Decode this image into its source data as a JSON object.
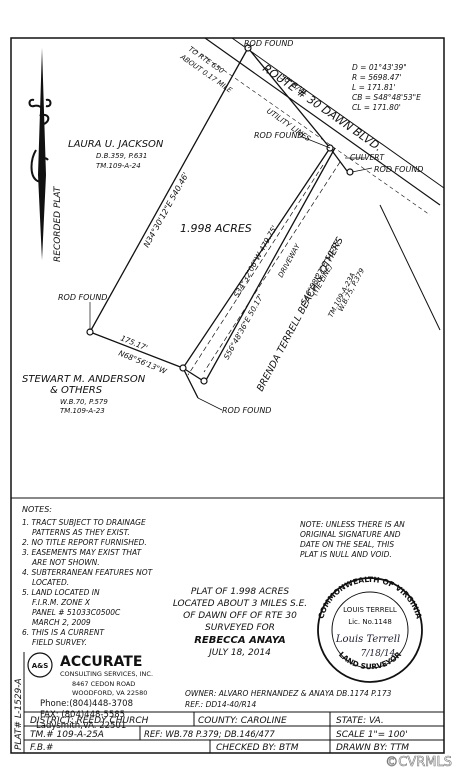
{
  "recorded_plat": "RECORDED PLAT",
  "labels": {
    "rod_found_top": "ROD FOUND",
    "rod_found_mid": "ROD FOUND",
    "rod_found_culvert": "ROD FOUND",
    "rod_found_left": "ROD FOUND",
    "rod_found_bottom": "ROD FOUND",
    "to_rte_650": "TO RTE 650",
    "about_mile": "ABOUT 0.17 MILE",
    "route_30": "ROUTE # 30 DAWN BLVD.",
    "right_of_way": "50' R/W",
    "utility_lines": "UTILITY LINES",
    "culvert": "CULVERT",
    "driveway": "DRIVEWAY",
    "acres": "1.998 ACRES",
    "bearing_nw": "N34°30'12\"E  540.46'",
    "bearing_inner": "S34°32'06\"W  479.75'",
    "bearing_tie": "S46°58'27\"E 50.55'",
    "tie_line": "(TIE LINE)",
    "bearing_bottom": "S56°48'36\"E  50.17'",
    "dist_bottom": "175.17'",
    "bearing_sw": "N68°56'13\"W"
  },
  "curve": {
    "d": "D = 01°43'39\"",
    "r": "R = 5698.47'",
    "l": "L = 171.81'",
    "cb": "CB = S48°48'53\"E",
    "cl": "CL = 171.80'"
  },
  "owners": {
    "jackson_name": "LAURA U. JACKSON",
    "jackson_db": "D.B.359, P.631",
    "jackson_tm": "TM.109-A-24",
    "anderson_name": "STEWART M. ANDERSON",
    "anderson_others": "& OTHERS",
    "anderson_wb": "W.B.70, P.579",
    "anderson_tm": "TM.109-A-23",
    "beach_name": "BRENDA TERRELL BEACH & OTHERS",
    "beach_tm": "TM.109-A-23A",
    "beach_wb": "W.B.75, P.379"
  },
  "notes": {
    "heading": "NOTES:",
    "lines": [
      "1. TRACT SUBJECT TO DRAINAGE",
      "   PATTERNS AS THEY EXIST.",
      "2. NO TITLE REPORT FURNISHED.",
      "3. EASEMENTS MAY EXIST THAT",
      "   ARE NOT SHOWN.",
      "4. SUBTERRANEAN FEATURES NOT",
      "   LOCATED.",
      "5. LAND LOCATED IN",
      "   F.I.R.M. ZONE X",
      "   PANEL # 51033C0500C",
      "   MARCH 2, 2009",
      "6. THIS IS A CURRENT",
      "   FIELD SURVEY."
    ]
  },
  "seal_note": [
    "NOTE: UNLESS THERE IS AN",
    "ORIGINAL SIGNATURE AND",
    "DATE ON THE SEAL, THIS",
    "PLAT IS NULL AND VOID."
  ],
  "plat_title": [
    "PLAT OF 1.998 ACRES",
    "LOCATED ABOUT 3 MILES S.E.",
    "OF DAWN OFF OF RTE 30",
    "SURVEYED FOR"
  ],
  "client": "REBECCA ANAYA",
  "survey_date": "JULY 18, 2014",
  "seal": {
    "ring_top": "COMMONWEALTH OF VIRGINIA",
    "ring_bottom": "LAND SURVEYOR",
    "name": "LOUIS TERRELL",
    "lic": "Lic. No.1148",
    "signature": "Louis Terrell",
    "sig_date": "7/18/14"
  },
  "company": {
    "logo": "A&S",
    "name": "ACCURATE",
    "subtitle": "CONSULTING SERVICES, INC.",
    "address": "8467 CEDON ROAD",
    "city": "WOODFORD, VA 22580",
    "phone": "Phone:(804)448-3708",
    "fax": "FAX:  (804)448-5585",
    "city2": "Ladysmith,VA.   22501"
  },
  "owner_line": "OWNER: ALVARO HERNANDEZ & ANAYA DB.1174 P.173",
  "ref_line": "REF.: DD14-40/R14",
  "plat_number": "PLAT# L-1529-A",
  "title_block": {
    "district": "DISTRICT: REEDY CHURCH",
    "county": "COUNTY: CAROLINE",
    "state": "STATE: VA.",
    "tm": "TM.# 109-A-25A",
    "ref": "REF: WB.78 P.379; DB.146/477",
    "scale": "SCALE 1\"= 100'",
    "fb": "F.B.#",
    "checked": "CHECKED BY: BTM",
    "drawn": "DRAWN BY: TTM"
  },
  "watermark": "©CVRMLS"
}
